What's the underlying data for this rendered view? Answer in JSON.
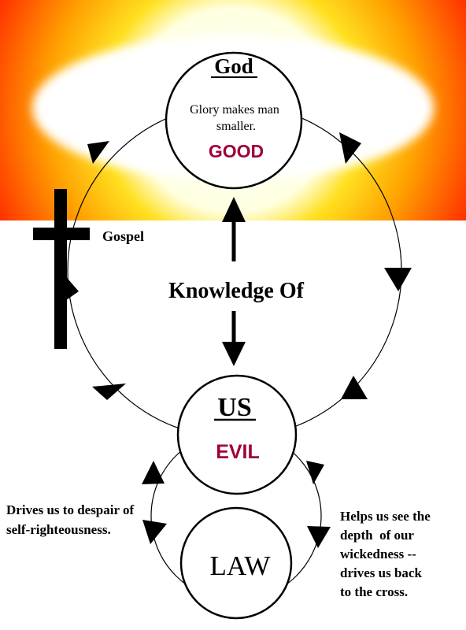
{
  "nodes": {
    "god": {
      "title": "God",
      "caption": "Glory makes man smaller.",
      "caption_line1": "Glory makes man",
      "caption_line2": "smaller.",
      "quality": "GOOD"
    },
    "us": {
      "title": "US",
      "quality": "EVIL"
    },
    "law": {
      "title": "LAW"
    }
  },
  "labels": {
    "gospel": "Gospel",
    "knowledge": "Knowledge Of",
    "despair_line1": "Drives us to despair of",
    "despair_line2": "self-righteousness.",
    "helps_line1": "Helps us see the",
    "helps_line2": "depth  of our",
    "helps_line3": "wickedness --",
    "helps_line4": "drives us back",
    "helps_line5": "to the cross."
  },
  "colors": {
    "quality_text": "#a0003c",
    "sky_glow": "#ffa000",
    "sky_edge": "#ff2000",
    "halo": "#ffffff",
    "line": "#000000"
  },
  "icons": [
    "cross-icon"
  ]
}
